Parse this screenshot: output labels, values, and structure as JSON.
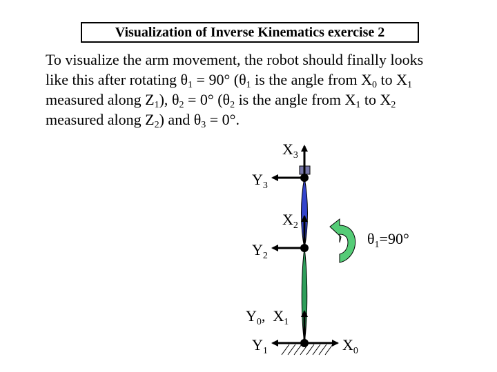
{
  "title": "Visualization of Inverse Kinematics exercise 2",
  "paragraph": {
    "l1": "To visualize the arm movement, the robot should finally looks",
    "l2a": "like this after rotating ",
    "l2_theta1": "θ",
    "l2_sub1": "1",
    "l2b": " = 90° (",
    "l2_theta1b": "θ",
    "l2_sub1b": "1",
    "l2c": " is the angle from X",
    "l2_sub0": "0",
    "l2d": " to X",
    "l2_sub1c": "1",
    "l3a": "measured along Z",
    "l3_sub1": "1",
    "l3b": "), ",
    "l3_theta2": "θ",
    "l3_sub2": "2",
    "l3c": " = 0° (",
    "l3_theta2b": "θ",
    "l3_sub2b": "2",
    "l3d": " is the angle from X",
    "l3_sub1b": "1",
    "l3e": " to X",
    "l3_sub2c": "2",
    "l4a": "measured along Z",
    "l4_sub2": "2",
    "l4b": ") and ",
    "l4_theta3": "θ",
    "l4_sub3": "3",
    "l4c": " = 0°."
  },
  "labels": {
    "x3": {
      "main": "X",
      "sub": "3"
    },
    "y3": {
      "main": "Y",
      "sub": "3"
    },
    "x2": {
      "main": "X",
      "sub": "2"
    },
    "y2": {
      "main": "Y",
      "sub": "2"
    },
    "y0x1": {
      "a": "Y",
      "asub": "0",
      "mid": ",  X",
      "bsub": "1"
    },
    "y1": {
      "main": "Y",
      "sub": "1"
    },
    "x0": {
      "main": "X",
      "sub": "0"
    },
    "theta1": {
      "sym": "θ",
      "sub": "1",
      "rest": "=90°"
    }
  },
  "colors": {
    "upper_link": "#3344cc",
    "lower_link": "#2e9e5a",
    "rotation_arrow": "#55cc77",
    "ink": "#000000"
  },
  "icons": {
    "rotation": "rotation-arrow-icon",
    "ground": "ground-hatch-icon"
  }
}
